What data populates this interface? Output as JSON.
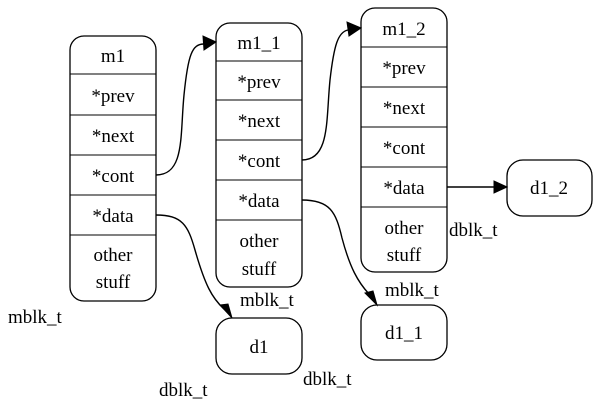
{
  "structs": {
    "m1": {
      "name": "m1",
      "fields": [
        "*prev",
        "*next",
        "*cont",
        "*data"
      ],
      "other": [
        "other",
        "stuff"
      ],
      "type_label": "mblk_t"
    },
    "m1_1": {
      "name": "m1_1",
      "fields": [
        "*prev",
        "*next",
        "*cont",
        "*data"
      ],
      "other": [
        "other",
        "stuff"
      ],
      "type_label": "mblk_t"
    },
    "m1_2": {
      "name": "m1_2",
      "fields": [
        "*prev",
        "*next",
        "*cont",
        "*data"
      ],
      "other": [
        "other",
        "stuff"
      ],
      "type_label": "mblk_t"
    }
  },
  "data_blocks": {
    "d1": {
      "name": "d1",
      "type_label": "dblk_t"
    },
    "d1_1": {
      "name": "d1_1",
      "type_label": "dblk_t"
    },
    "d1_2": {
      "name": "d1_2",
      "type_label": "dblk_t"
    }
  },
  "edges": [
    {
      "from": "m1.*cont",
      "to": "m1_1"
    },
    {
      "from": "m1.*data",
      "to": "d1"
    },
    {
      "from": "m1_1.*cont",
      "to": "m1_2"
    },
    {
      "from": "m1_1.*data",
      "to": "d1_1"
    },
    {
      "from": "m1_2.*data",
      "to": "d1_2"
    }
  ]
}
